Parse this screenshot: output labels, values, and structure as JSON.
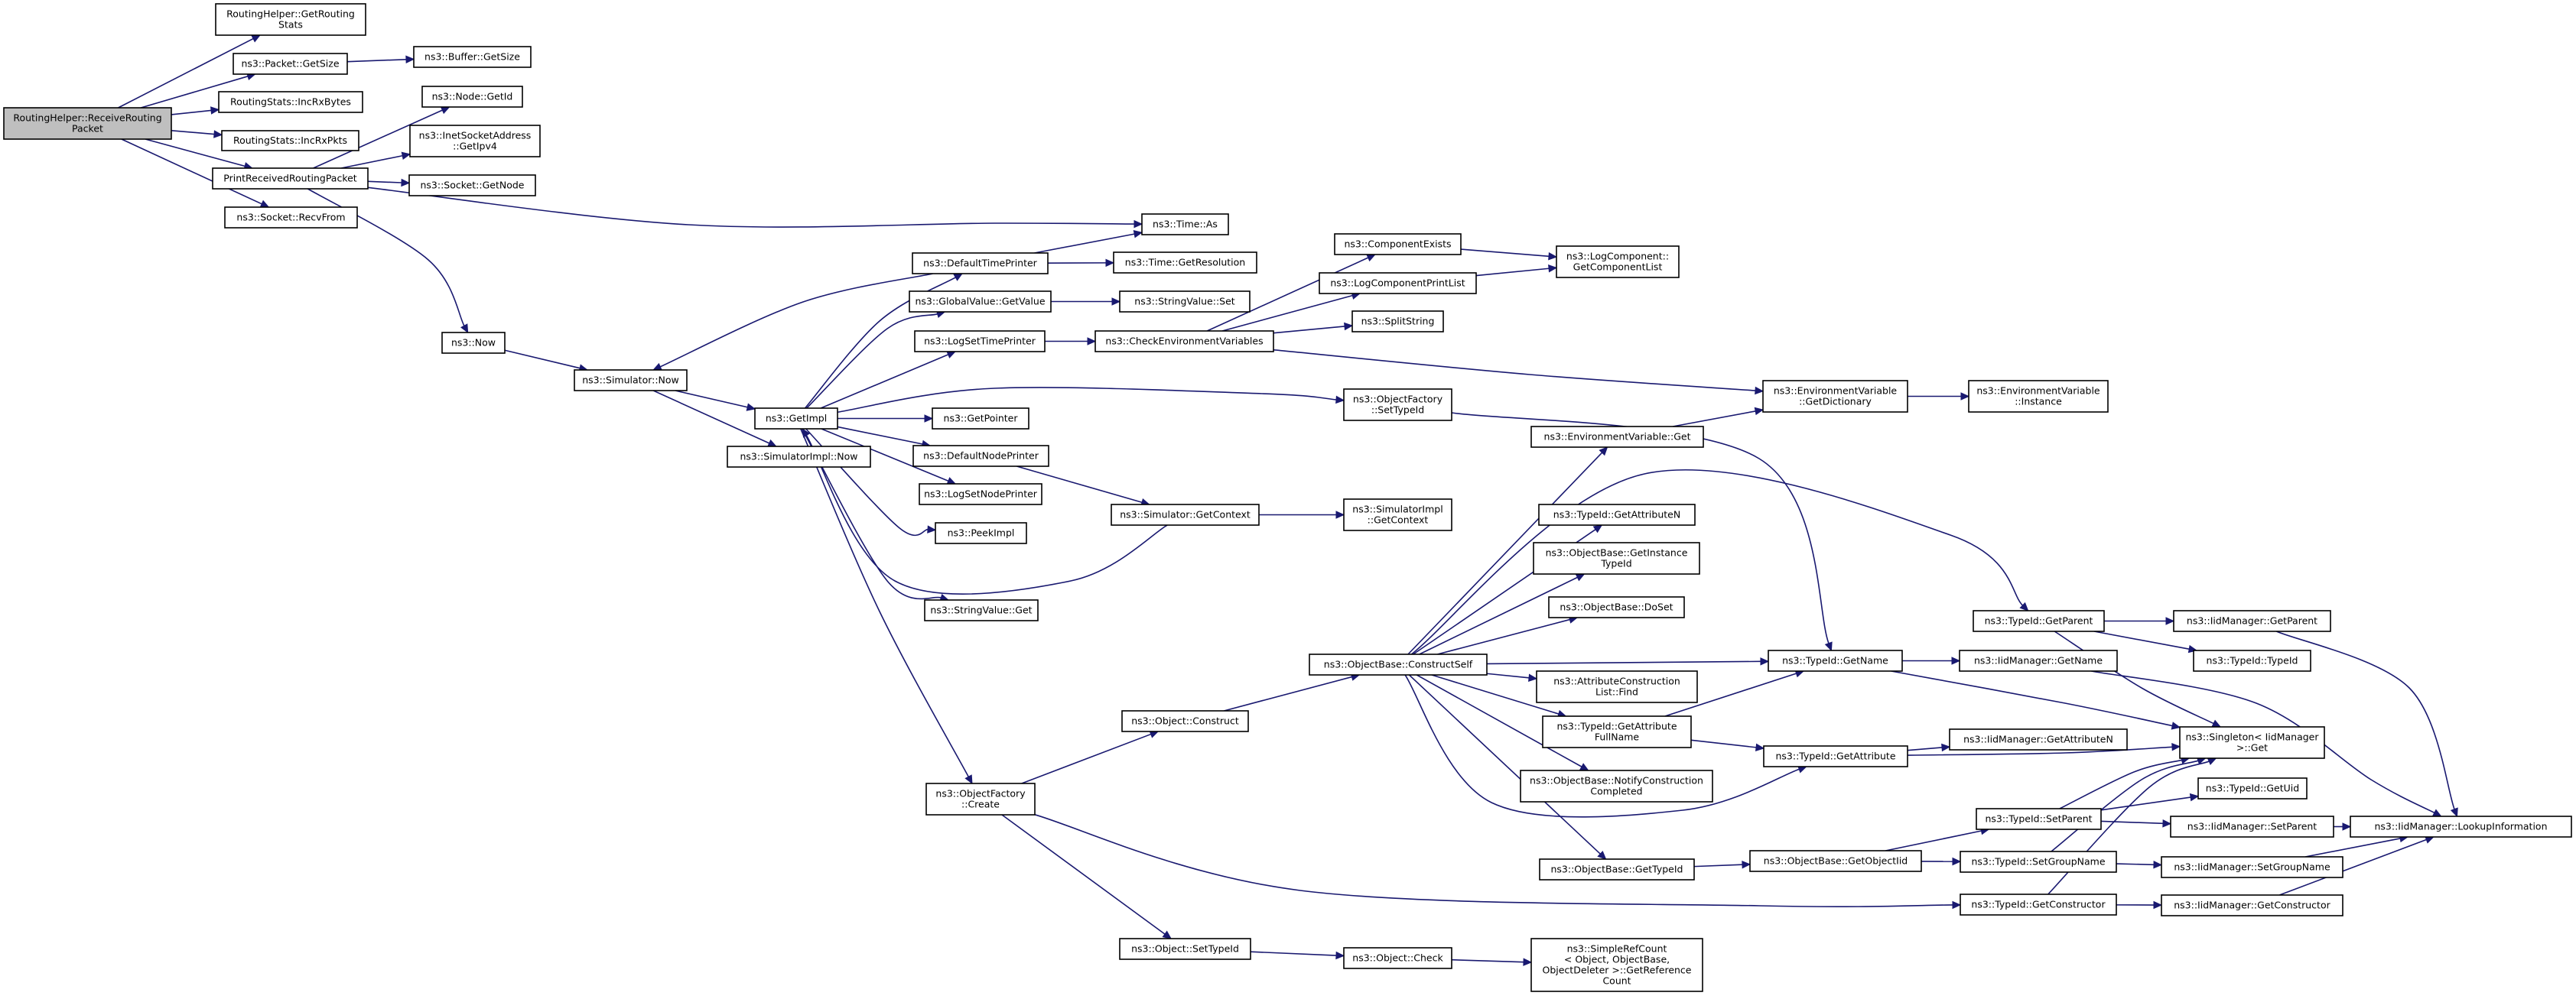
{
  "graph": {
    "nodes": [
      {
        "id": "n0",
        "lines": [
          "RoutingHelper::ReceiveRouting",
          "Packet"
        ],
        "root": true
      },
      {
        "id": "n1",
        "lines": [
          "RoutingHelper::GetRouting",
          "Stats"
        ]
      },
      {
        "id": "n2",
        "lines": [
          "ns3::Packet::GetSize"
        ]
      },
      {
        "id": "n3",
        "lines": [
          "RoutingStats::IncRxBytes"
        ]
      },
      {
        "id": "n4",
        "lines": [
          "RoutingStats::IncRxPkts"
        ]
      },
      {
        "id": "n5",
        "lines": [
          "PrintReceivedRoutingPacket"
        ]
      },
      {
        "id": "n6",
        "lines": [
          "ns3::Socket::RecvFrom"
        ]
      },
      {
        "id": "n7",
        "lines": [
          "ns3::Buffer::GetSize"
        ]
      },
      {
        "id": "n8",
        "lines": [
          "ns3::Node::GetId"
        ]
      },
      {
        "id": "n9",
        "lines": [
          "ns3::InetSocketAddress",
          "::GetIpv4"
        ]
      },
      {
        "id": "n10",
        "lines": [
          "ns3::Socket::GetNode"
        ]
      },
      {
        "id": "n11",
        "lines": [
          "ns3::Time::As"
        ]
      },
      {
        "id": "n12",
        "lines": [
          "ns3::Now"
        ]
      },
      {
        "id": "n13",
        "lines": [
          "ns3::Simulator::Now"
        ]
      },
      {
        "id": "n14",
        "lines": [
          "ns3::GetImpl"
        ]
      },
      {
        "id": "n15",
        "lines": [
          "ns3::SimulatorImpl::Now"
        ]
      },
      {
        "id": "n16",
        "lines": [
          "ns3::DefaultTimePrinter"
        ]
      },
      {
        "id": "n17",
        "lines": [
          "ns3::GlobalValue::GetValue"
        ]
      },
      {
        "id": "n18",
        "lines": [
          "ns3::LogSetTimePrinter"
        ]
      },
      {
        "id": "n19",
        "lines": [
          "ns3::GetPointer"
        ]
      },
      {
        "id": "n20",
        "lines": [
          "ns3::DefaultNodePrinter"
        ]
      },
      {
        "id": "n21",
        "lines": [
          "ns3::LogSetNodePrinter"
        ]
      },
      {
        "id": "n22",
        "lines": [
          "ns3::PeekImpl"
        ]
      },
      {
        "id": "n23",
        "lines": [
          "ns3::StringValue::Get"
        ]
      },
      {
        "id": "n24",
        "lines": [
          "ns3::ObjectFactory",
          "::Create"
        ]
      },
      {
        "id": "n25",
        "lines": [
          "ns3::Time::GetResolution"
        ]
      },
      {
        "id": "n26",
        "lines": [
          "ns3::StringValue::Set"
        ]
      },
      {
        "id": "n27",
        "lines": [
          "ns3::CheckEnvironmentVariables"
        ]
      },
      {
        "id": "n28",
        "lines": [
          "ns3::Simulator::GetContext"
        ]
      },
      {
        "id": "n29",
        "lines": [
          "ns3::Object::Construct"
        ]
      },
      {
        "id": "n30",
        "lines": [
          "ns3::Object::SetTypeId"
        ]
      },
      {
        "id": "n31",
        "lines": [
          "ns3::ComponentExists"
        ]
      },
      {
        "id": "n32",
        "lines": [
          "ns3::LogComponentPrintList"
        ]
      },
      {
        "id": "n33",
        "lines": [
          "ns3::SplitString"
        ]
      },
      {
        "id": "n34",
        "lines": [
          "ns3::ObjectFactory",
          "::SetTypeId"
        ]
      },
      {
        "id": "n35",
        "lines": [
          "ns3::SimulatorImpl",
          "::GetContext"
        ]
      },
      {
        "id": "n36",
        "lines": [
          "ns3::ObjectBase::ConstructSelf"
        ]
      },
      {
        "id": "n37",
        "lines": [
          "ns3::Object::Check"
        ]
      },
      {
        "id": "n38",
        "lines": [
          "ns3::LogComponent::",
          "GetComponentList"
        ]
      },
      {
        "id": "n39",
        "lines": [
          "ns3::EnvironmentVariable",
          "::GetDictionary"
        ]
      },
      {
        "id": "n40",
        "lines": [
          "ns3::EnvironmentVariable::Get"
        ]
      },
      {
        "id": "n41",
        "lines": [
          "ns3::TypeId::GetAttributeN"
        ]
      },
      {
        "id": "n42",
        "lines": [
          "ns3::ObjectBase::GetInstance",
          "TypeId"
        ]
      },
      {
        "id": "n43",
        "lines": [
          "ns3::ObjectBase::DoSet"
        ]
      },
      {
        "id": "n44",
        "lines": [
          "ns3::AttributeConstruction",
          "List::Find"
        ]
      },
      {
        "id": "n45",
        "lines": [
          "ns3::TypeId::GetAttribute",
          "FullName"
        ]
      },
      {
        "id": "n46",
        "lines": [
          "ns3::ObjectBase::NotifyConstruction",
          "Completed"
        ]
      },
      {
        "id": "n47",
        "lines": [
          "ns3::ObjectBase::GetTypeId"
        ]
      },
      {
        "id": "n48",
        "lines": [
          "ns3::SimpleRefCount",
          "< Object, ObjectBase,",
          "ObjectDeleter >::GetReference",
          "Count"
        ]
      },
      {
        "id": "n49",
        "lines": [
          "ns3::EnvironmentVariable",
          "::Instance"
        ]
      },
      {
        "id": "n50",
        "lines": [
          "ns3::TypeId::GetName"
        ]
      },
      {
        "id": "n51",
        "lines": [
          "ns3::TypeId::GetAttribute"
        ]
      },
      {
        "id": "n52",
        "lines": [
          "ns3::ObjectBase::GetObjectIid"
        ]
      },
      {
        "id": "n53",
        "lines": [
          "ns3::TypeId::GetParent"
        ]
      },
      {
        "id": "n54",
        "lines": [
          "ns3::IidManager::GetName"
        ]
      },
      {
        "id": "n55",
        "lines": [
          "ns3::IidManager::GetAttributeN"
        ]
      },
      {
        "id": "n56",
        "lines": [
          "ns3::TypeId::SetParent"
        ]
      },
      {
        "id": "n57",
        "lines": [
          "ns3::TypeId::SetGroupName"
        ]
      },
      {
        "id": "n58",
        "lines": [
          "ns3::TypeId::GetConstructor"
        ]
      },
      {
        "id": "n59",
        "lines": [
          "ns3::IidManager::GetParent"
        ]
      },
      {
        "id": "n60",
        "lines": [
          "ns3::TypeId::TypeId"
        ]
      },
      {
        "id": "n61",
        "lines": [
          "ns3::Singleton< IidManager",
          ">::Get"
        ]
      },
      {
        "id": "n62",
        "lines": [
          "ns3::TypeId::GetUid"
        ]
      },
      {
        "id": "n63",
        "lines": [
          "ns3::IidManager::SetParent"
        ]
      },
      {
        "id": "n64",
        "lines": [
          "ns3::IidManager::SetGroupName"
        ]
      },
      {
        "id": "n65",
        "lines": [
          "ns3::IidManager::GetConstructor"
        ]
      },
      {
        "id": "n66",
        "lines": [
          "ns3::IidManager::LookupInformation"
        ]
      }
    ],
    "edges": [
      [
        "n0",
        "n1"
      ],
      [
        "n0",
        "n2"
      ],
      [
        "n0",
        "n3"
      ],
      [
        "n0",
        "n4"
      ],
      [
        "n0",
        "n5"
      ],
      [
        "n0",
        "n6"
      ],
      [
        "n2",
        "n7"
      ],
      [
        "n5",
        "n8"
      ],
      [
        "n5",
        "n9"
      ],
      [
        "n5",
        "n10"
      ],
      [
        "n5",
        "n11"
      ],
      [
        "n5",
        "n12"
      ],
      [
        "n12",
        "n13"
      ],
      [
        "n13",
        "n14"
      ],
      [
        "n13",
        "n15"
      ],
      [
        "n14",
        "n16"
      ],
      [
        "n14",
        "n17"
      ],
      [
        "n14",
        "n18"
      ],
      [
        "n14",
        "n34"
      ],
      [
        "n14",
        "n19"
      ],
      [
        "n14",
        "n20"
      ],
      [
        "n14",
        "n21"
      ],
      [
        "n14",
        "n22"
      ],
      [
        "n14",
        "n23"
      ],
      [
        "n14",
        "n24"
      ],
      [
        "n16",
        "n11"
      ],
      [
        "n16",
        "n25"
      ],
      [
        "n16",
        "n13"
      ],
      [
        "n17",
        "n26"
      ],
      [
        "n18",
        "n27"
      ],
      [
        "n20",
        "n28"
      ],
      [
        "n28",
        "n35"
      ],
      [
        "n28",
        "n14"
      ],
      [
        "n27",
        "n31"
      ],
      [
        "n27",
        "n32"
      ],
      [
        "n27",
        "n33"
      ],
      [
        "n27",
        "n39"
      ],
      [
        "n31",
        "n38"
      ],
      [
        "n32",
        "n38"
      ],
      [
        "n39",
        "n49"
      ],
      [
        "n34",
        "n50"
      ],
      [
        "n24",
        "n29"
      ],
      [
        "n24",
        "n30"
      ],
      [
        "n24",
        "n58"
      ],
      [
        "n29",
        "n36"
      ],
      [
        "n30",
        "n37"
      ],
      [
        "n37",
        "n48"
      ],
      [
        "n36",
        "n40"
      ],
      [
        "n36",
        "n41"
      ],
      [
        "n36",
        "n42"
      ],
      [
        "n36",
        "n43"
      ],
      [
        "n36",
        "n44"
      ],
      [
        "n36",
        "n45"
      ],
      [
        "n36",
        "n46"
      ],
      [
        "n36",
        "n47"
      ],
      [
        "n36",
        "n50"
      ],
      [
        "n36",
        "n53"
      ],
      [
        "n36",
        "n51"
      ],
      [
        "n40",
        "n39"
      ],
      [
        "n45",
        "n50"
      ],
      [
        "n45",
        "n51"
      ],
      [
        "n47",
        "n52"
      ],
      [
        "n52",
        "n56"
      ],
      [
        "n52",
        "n57"
      ],
      [
        "n50",
        "n54"
      ],
      [
        "n50",
        "n61"
      ],
      [
        "n51",
        "n55"
      ],
      [
        "n51",
        "n61"
      ],
      [
        "n53",
        "n59"
      ],
      [
        "n53",
        "n60"
      ],
      [
        "n53",
        "n61"
      ],
      [
        "n54",
        "n66"
      ],
      [
        "n56",
        "n62"
      ],
      [
        "n56",
        "n63"
      ],
      [
        "n56",
        "n61"
      ],
      [
        "n57",
        "n64"
      ],
      [
        "n57",
        "n61"
      ],
      [
        "n58",
        "n65"
      ],
      [
        "n58",
        "n61"
      ],
      [
        "n59",
        "n66"
      ],
      [
        "n63",
        "n66"
      ],
      [
        "n64",
        "n66"
      ],
      [
        "n65",
        "n66"
      ]
    ]
  },
  "colors": {
    "edge": "#191970",
    "root_fill": "#bfbfbf",
    "node_fill": "#ffffff",
    "node_stroke": "#000000"
  }
}
